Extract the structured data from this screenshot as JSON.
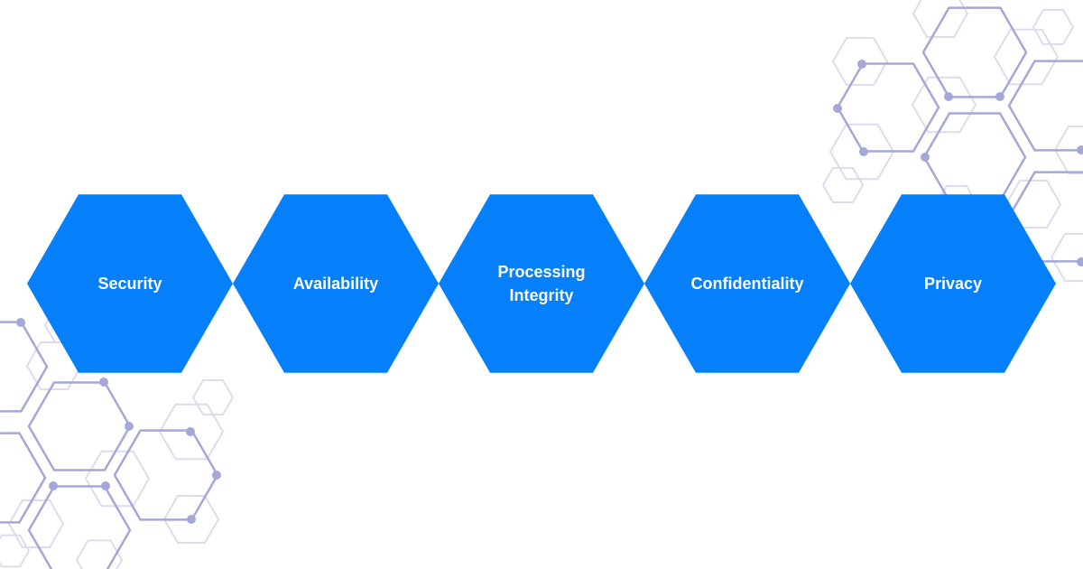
{
  "diagram": {
    "items": [
      {
        "label": "Security"
      },
      {
        "label": "Availability"
      },
      {
        "label": "Processing Integrity"
      },
      {
        "label": "Confidentiality"
      },
      {
        "label": "Privacy"
      }
    ]
  },
  "colors": {
    "hexagon_fill": "#0580fa",
    "network_line": "#a4a8d8",
    "network_faint": "#dcdcee",
    "text": "#ffffff"
  }
}
